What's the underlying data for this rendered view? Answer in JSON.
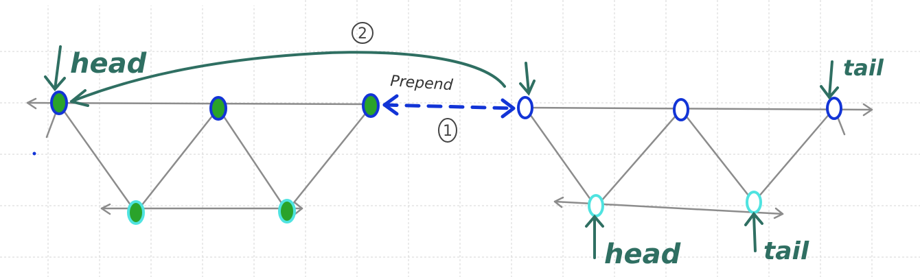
{
  "labels": {
    "head_top": "head",
    "tail_top": "tail",
    "head_bottom": "head",
    "tail_bottom": "tail",
    "prepend": "Prepend",
    "step_one": "1",
    "step_two": "2"
  },
  "colors": {
    "paper": "#ffffff",
    "grid": "#d4d4d4",
    "line": "#8c8c8c",
    "teal": "#2f6f62",
    "blue": "#1234d6",
    "green": "#2aa32a",
    "cyan": "#4fe3e0"
  }
}
